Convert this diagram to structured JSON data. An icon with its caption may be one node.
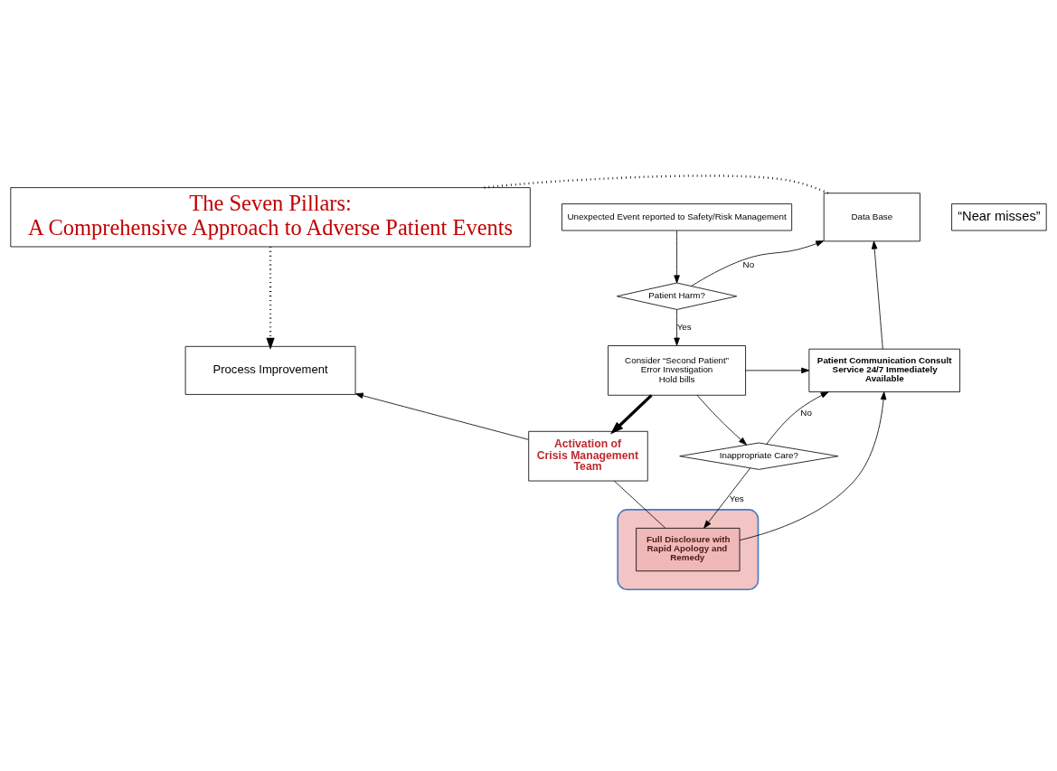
{
  "diagram": {
    "nodes": [
      {
        "text": [
          "The Seven Pillars:",
          "A Comprehensive Approach to Adverse Patient Events"
        ]
      },
      {
        "text": [
          "Data Base"
        ]
      },
      {
        "text": [
          "Unexpected Event reported to Safety/Risk Management"
        ]
      },
      {
        "text": [
          "Patient Harm?"
        ]
      },
      {
        "text": [
          "“Near misses”"
        ]
      },
      {
        "text": [
          "Patient Communication Consult Service 24/7 Immediately Available"
        ]
      },
      {
        "text": [
          "Consider “Second Patient”",
          "Error Investigation",
          "Hold bills"
        ]
      },
      {
        "text": [
          "Process Improvement"
        ]
      },
      {
        "text": [
          "Inappropriate Care?"
        ]
      },
      {
        "text": [
          "Activation of Crisis Management Team"
        ]
      },
      {
        "text": [],
        "shape": "ellipse"
      },
      {
        "text": [
          "Full Disclosure with Rapid Apology and Remedy"
        ],
        "in": 10
      }
    ],
    "edges": [
      {
        "from": 1,
        "to": 0,
        "arrow": "none",
        "style": "dashed"
      },
      {
        "from": 0,
        "to": 7,
        "arrow": "to",
        "style": "dashed"
      },
      {
        "from": 2,
        "to": 3,
        "arrow": "to"
      },
      {
        "from": 3,
        "to": 1,
        "arrow": "to",
        "label": "No"
      },
      {
        "from": 3,
        "to": 6,
        "arrow": "to",
        "label": "Yes"
      },
      {
        "from": 6,
        "to": 5,
        "arrow": "to"
      },
      {
        "from": 6,
        "to": 9,
        "arrow": "to",
        "style": "thick"
      },
      {
        "from": 6,
        "to": 8,
        "arrow": "to"
      },
      {
        "from": 8,
        "to": 5,
        "arrow": "to",
        "label": "No"
      },
      {
        "from": 8,
        "to": 11,
        "arrow": "to",
        "label": "Yes"
      },
      {
        "from": 5,
        "to": 1,
        "arrow": "to"
      },
      {
        "from": 9,
        "to": 7,
        "arrow": "to"
      },
      {
        "from": 11,
        "to": 5,
        "arrow": "to"
      },
      {
        "from": 9,
        "to": 11,
        "arrow": "none"
      }
    ]
  }
}
